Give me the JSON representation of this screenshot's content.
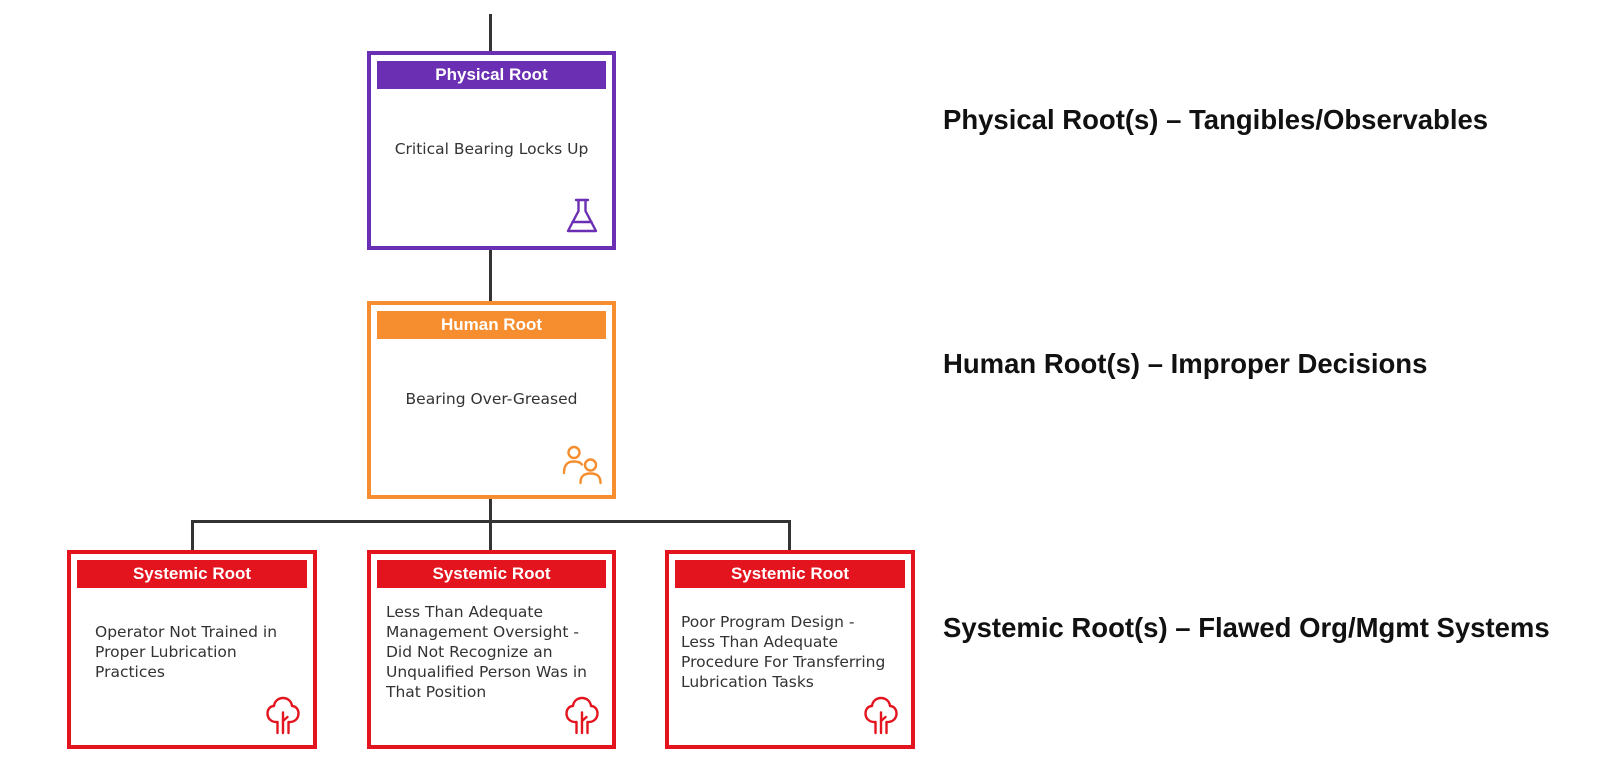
{
  "colors": {
    "physical": "#6B2FB3",
    "human": "#F68D2E",
    "systemic": "#E3141E",
    "connector": "#333333"
  },
  "nodes": {
    "physical": {
      "header": "Physical Root",
      "text": "Critical Bearing Locks Up",
      "icon": "flask-icon"
    },
    "human": {
      "header": "Human Root",
      "text": "Bearing Over-Greased",
      "icon": "people-icon"
    },
    "systemic": [
      {
        "header": "Systemic Root",
        "lines": [
          "Operator Not Trained in",
          "Proper Lubrication",
          "Practices"
        ],
        "icon": "tree-icon"
      },
      {
        "header": "Systemic Root",
        "lines": [
          "Less Than Adequate",
          "Management Oversight -",
          "Did Not Recognize an",
          "Unqualified Person Was in",
          "That Position"
        ],
        "icon": "tree-icon"
      },
      {
        "header": "Systemic Root",
        "lines": [
          "Poor Program Design -",
          "Less Than Adequate",
          "Procedure For Transferring",
          "Lubrication Tasks"
        ],
        "icon": "tree-icon"
      }
    ]
  },
  "legend": {
    "physical": "Physical Root(s) – Tangibles/Observables",
    "human": "Human Root(s) – Improper Decisions",
    "systemic": "Systemic Root(s) – Flawed Org/Mgmt Systems"
  }
}
